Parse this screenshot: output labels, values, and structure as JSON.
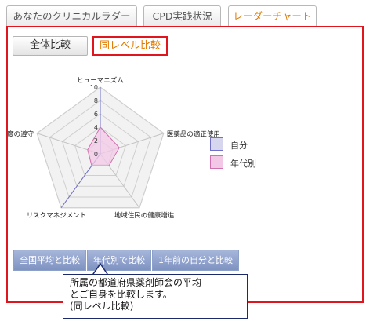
{
  "tabs": [
    {
      "label": "あなたのクリニカルラダー",
      "active": false
    },
    {
      "label": "CPD実践状況",
      "active": false
    },
    {
      "label": "レーダーチャート",
      "active": true
    }
  ],
  "toggles": {
    "overall": "全体比較",
    "same_level": "同レベル比較",
    "selected": "same_level"
  },
  "chart_data": {
    "type": "radar",
    "axes": [
      "ヒューマニズム",
      "医薬品の適正使用",
      "地域住民の健康増進",
      "リスクマネジメント",
      "法律制度の遵守"
    ],
    "scale": {
      "min": 0,
      "max": 10,
      "ticks": [
        0,
        2,
        4,
        6,
        8,
        10
      ]
    },
    "grid": true,
    "legend_position": "right",
    "series": [
      {
        "name": "自分",
        "values": [
          10,
          0,
          0,
          10,
          0
        ],
        "color": "#7070c8",
        "fill": "#d6d6ee"
      },
      {
        "name": "年代別",
        "values": [
          4,
          3,
          2.2,
          2.2,
          2
        ],
        "color": "#d070b0",
        "fill": "#f2c8e6"
      }
    ]
  },
  "compare_buttons": [
    {
      "label": "全国平均と比較"
    },
    {
      "label": "年代別で比較"
    },
    {
      "label": "1年前の自分と比較"
    }
  ],
  "tooltip": {
    "lines": [
      "所属の都道府県薬剤師会の平均",
      "とご自身を比較します。",
      "(同レベル比較)"
    ]
  }
}
